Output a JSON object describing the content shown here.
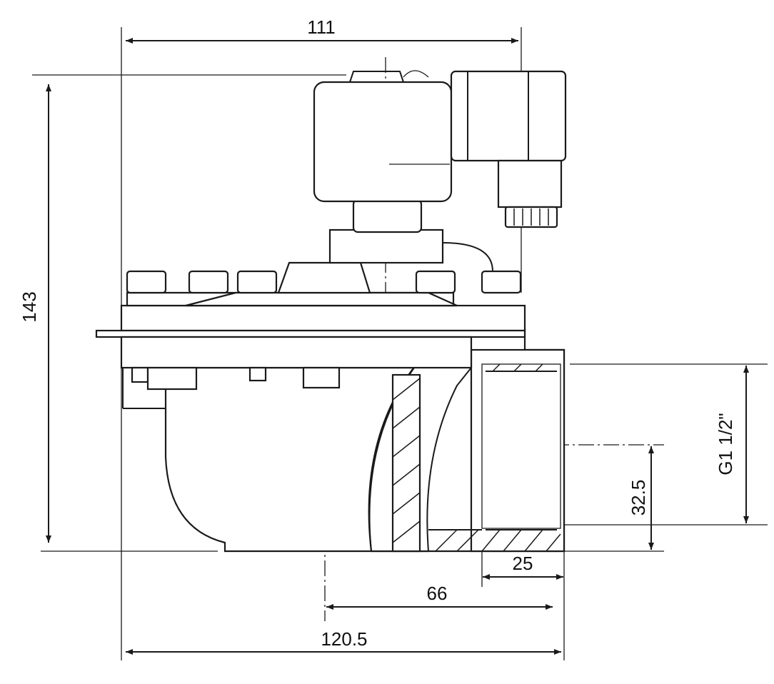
{
  "drawing": {
    "dimensions": {
      "top_width": "111",
      "total_height": "143",
      "port_thread": "G1 1/2\"",
      "port_center_height": "32.5",
      "port_length": "25",
      "center_to_port": "66",
      "total_width": "120.5"
    }
  }
}
